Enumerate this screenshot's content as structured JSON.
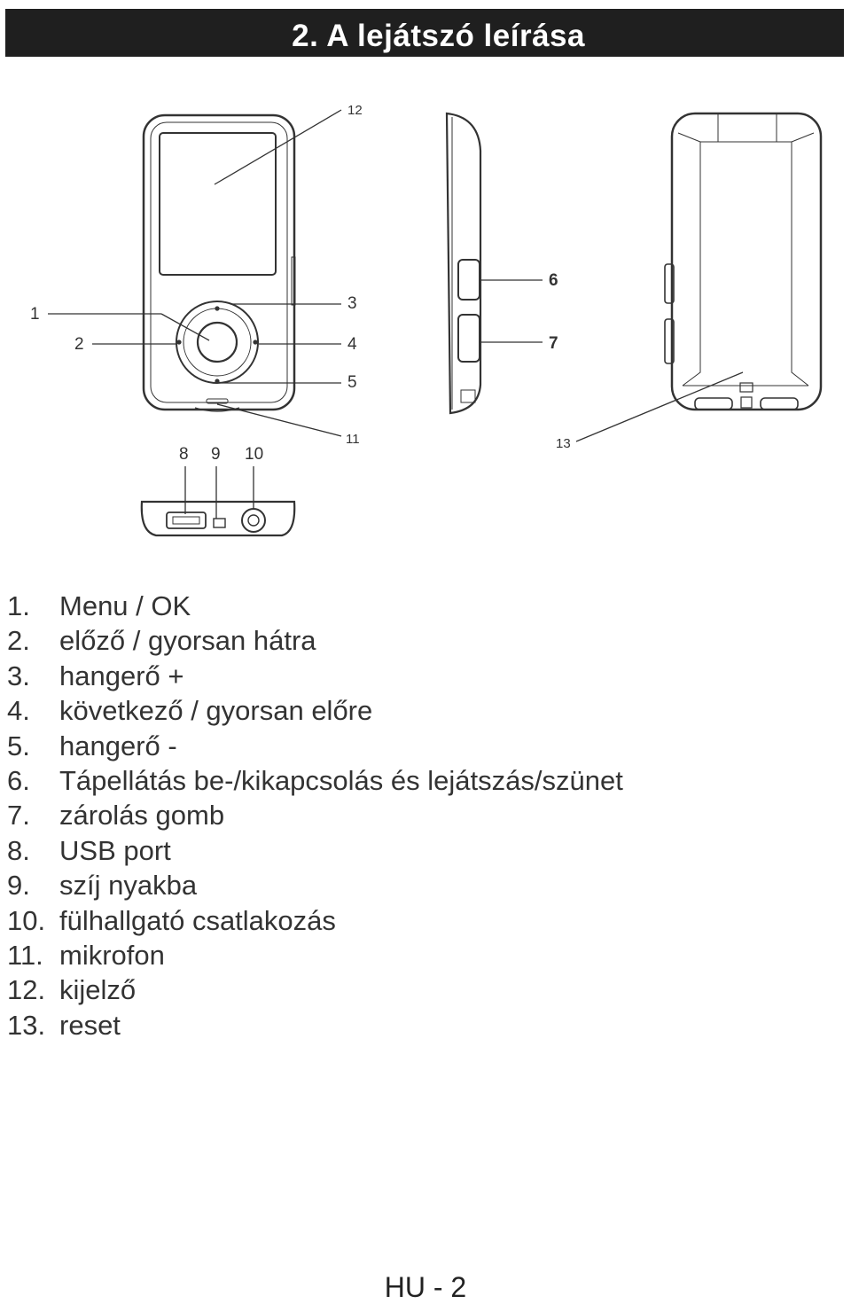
{
  "header": {
    "title": "2. A lejátszó leírása"
  },
  "callouts": [
    "12",
    "1",
    "2",
    "3",
    "4",
    "5",
    "11",
    "8",
    "9",
    "10",
    "6",
    "7",
    "13"
  ],
  "legend": [
    {
      "num": "1.",
      "text": "Menu / OK"
    },
    {
      "num": "2.",
      "text": "előző / gyorsan hátra"
    },
    {
      "num": "3.",
      "text": "hangerő +"
    },
    {
      "num": "4.",
      "text": "következő / gyorsan előre"
    },
    {
      "num": "5.",
      "text": "hangerő -"
    },
    {
      "num": "6.",
      "text": "Tápellátás be-/kikapcsolás és lejátszás/szünet"
    },
    {
      "num": "7.",
      "text": "zárolás gomb"
    },
    {
      "num": "8.",
      "text": "USB port"
    },
    {
      "num": "9.",
      "text": "szíj nyakba"
    },
    {
      "num": "10.",
      "text": "fülhallgató csatlakozás"
    },
    {
      "num": "11.",
      "text": "mikrofon"
    },
    {
      "num": "12.",
      "text": "kijelző"
    },
    {
      "num": "13.",
      "text": "reset"
    }
  ],
  "footer": {
    "page": "HU - 2"
  }
}
